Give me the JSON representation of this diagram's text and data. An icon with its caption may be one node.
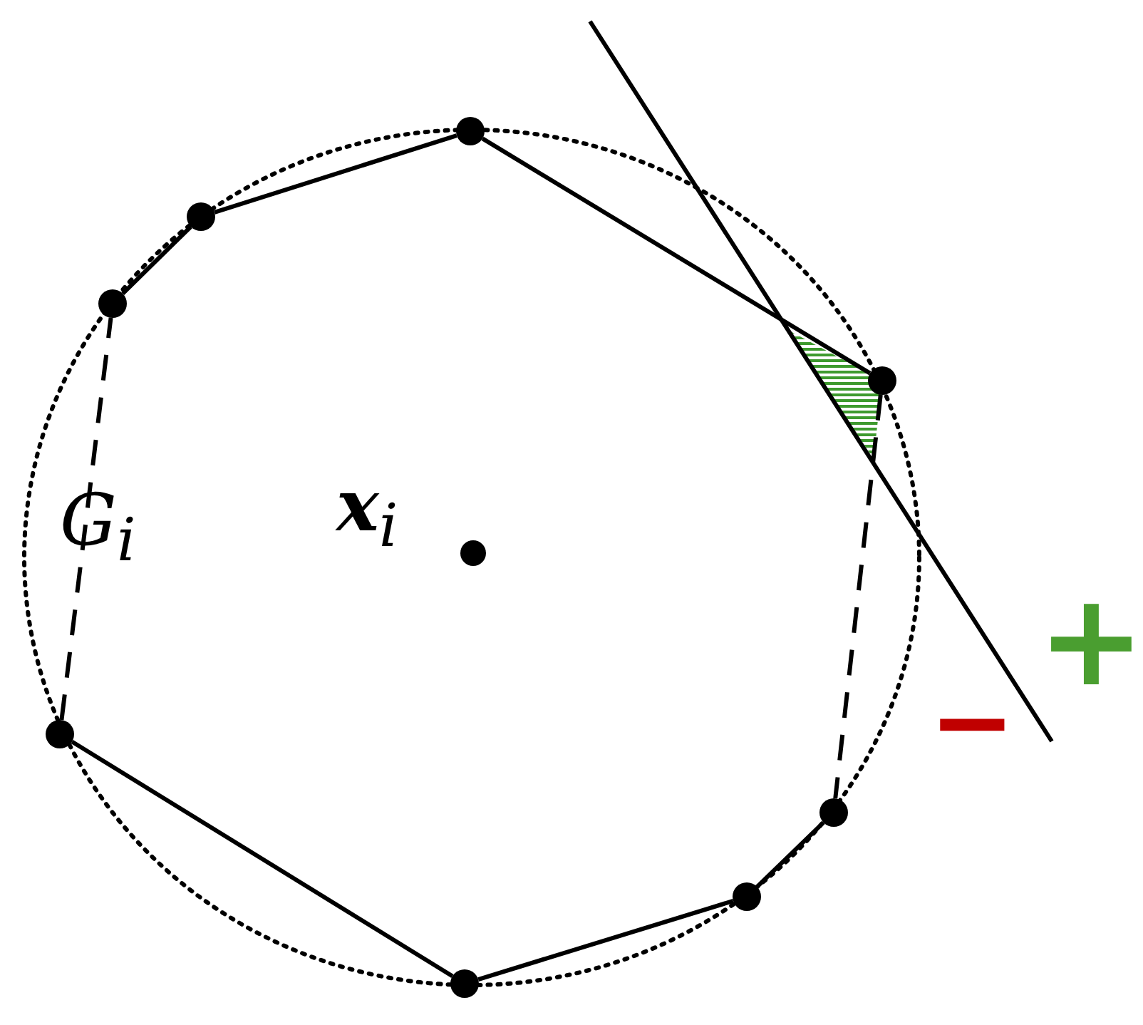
{
  "diagram": {
    "nodes": [
      {
        "text": [],
        "shape": "circle"
      },
      {
        "text": [],
        "shape": "circle"
      },
      {
        "text": [],
        "shape": "circle"
      },
      {
        "text": [],
        "shape": "circle"
      },
      {
        "text": [],
        "shape": "circle",
        "beside": [
          "**x**$_{i}$"
        ]
      },
      {
        "text": [],
        "shape": "circle"
      },
      {
        "text": [],
        "shape": "circle"
      },
      {
        "text": [],
        "shape": "circle"
      },
      {
        "text": [],
        "shape": "circle"
      }
    ],
    "edges": [
      {
        "from": 0,
        "to": 3,
        "arrow": "none"
      },
      {
        "from": 3,
        "to": 6,
        "arrow": "none",
        "style": "dashed"
      },
      {
        "from": 6,
        "to": 7,
        "arrow": "none"
      },
      {
        "from": 7,
        "to": 8,
        "arrow": "none"
      },
      {
        "from": 8,
        "to": 5,
        "arrow": "none"
      },
      {
        "from": 5,
        "to": 2,
        "arrow": "none",
        "style": "dashed"
      },
      {
        "from": 2,
        "to": 1,
        "arrow": "none"
      },
      {
        "from": 1,
        "to": 0,
        "arrow": "none"
      }
    ],
    "labels": [
      "G$_{i}$",
      "−",
      "+"
    ]
  }
}
